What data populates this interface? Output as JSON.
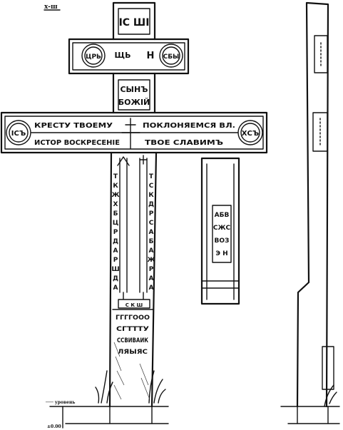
{
  "sheet_marks": {
    "top_left": "x-ш"
  },
  "cross": {
    "top_plate": "ІС ШІ",
    "upper_bar": {
      "left_medallion": "ЦРЬ",
      "center": "ЩЬ",
      "right_glyph": "Н",
      "right_medallion": "СБЫ"
    },
    "mid_panel": {
      "line1": "СЫНЪ",
      "line2": "БОЖІЙ"
    },
    "main_bar": {
      "upper_left": "КРЕСТУ ТВОЕМУ",
      "upper_right": "ПОКЛОНЯЕМСЯ ВЛ.",
      "lower_left": "ИСТОР ВОСКРЕСЕНІЕ",
      "lower_right": "ТВОЕ СЛАВИМЪ",
      "left_medallion": "ІСЪ",
      "right_medallion": "ХСЪ"
    },
    "shaft_columns": {
      "left": [
        "Т",
        "К",
        "Ж",
        "Х",
        "Б",
        "Ц",
        "Р",
        "Д",
        "А",
        "Р",
        "Ш",
        "Д",
        "А"
      ],
      "right": [
        "Т",
        "С",
        "К",
        "Д",
        "Р",
        "С",
        "А",
        "Б",
        "А",
        "Ж",
        "Р",
        "А",
        "А"
      ]
    },
    "lower_block": {
      "label": "С К Ш",
      "rows": [
        "ГГГГООО",
        "СГТТТУ",
        "ССВИВАИК",
        "ЛЯЫЯС"
      ]
    }
  },
  "side_panel": {
    "lines": [
      "АБВ",
      "СЖС",
      "ВОЗ",
      "Э Н"
    ]
  },
  "ground_marks": {
    "left_label": "─── уровень",
    "bottom_label": "±0.00"
  }
}
